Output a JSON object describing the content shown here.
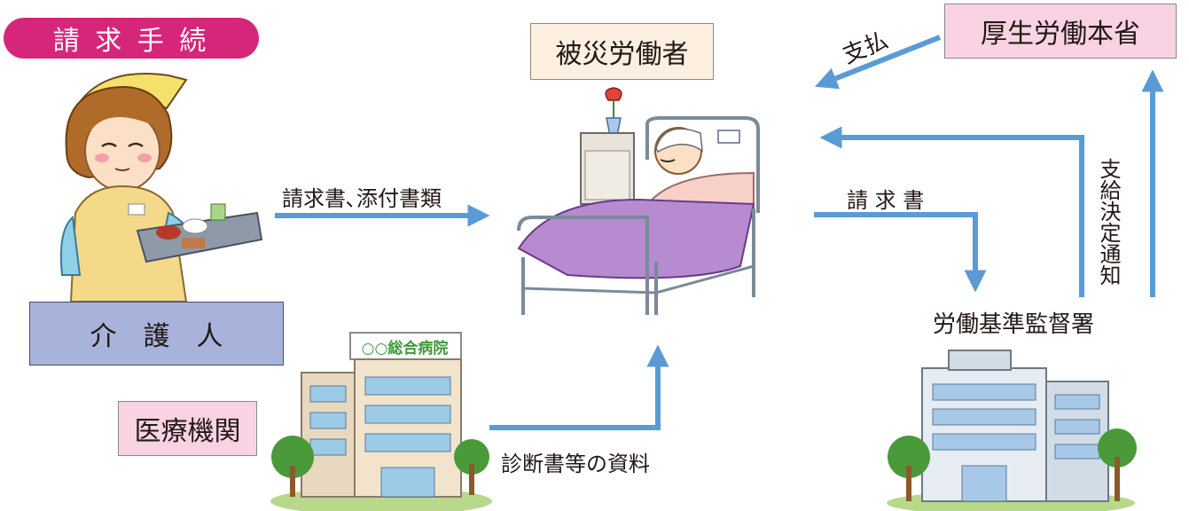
{
  "title_badge": {
    "text": "請 求 手 続"
  },
  "boxes": {
    "victim": "被災労働者",
    "ministry": "厚生労働本省",
    "caregiver": "介　護　人",
    "medical": "医療機関"
  },
  "labels": {
    "payment": "支払",
    "claim_docs": "請求書､添付書類",
    "claim_form": "請 求 書",
    "decision_notice": "支給決定通知",
    "labor_office": "労働基準監督署",
    "diagnosis": "診断書等の資料"
  },
  "hospital_sign": "○○総合病院",
  "colors": {
    "badge": "#d6267a",
    "arrow": "#5b9bd5",
    "victim_box": "#fdf0e0",
    "ministry_box": "#f9d3e3",
    "caregiver_box": "#a8b3dc",
    "medical_box": "#f9d3e3"
  }
}
